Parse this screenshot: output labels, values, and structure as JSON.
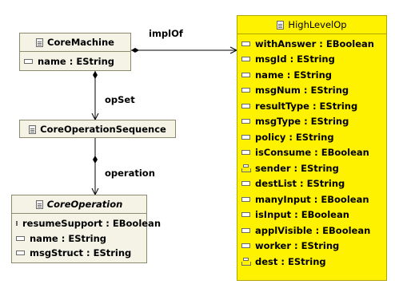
{
  "classes": {
    "core_machine": {
      "name": "CoreMachine",
      "attributes": [
        {
          "text": "name : EString",
          "kind": "attribute"
        }
      ]
    },
    "core_operation_sequence": {
      "name": "CoreOperationSequence",
      "attributes": []
    },
    "core_operation": {
      "name": "CoreOperation",
      "abstract": true,
      "attributes": [
        {
          "text": "resumeSupport : EBoolean",
          "kind": "attribute"
        },
        {
          "text": "name : EString",
          "kind": "attribute"
        },
        {
          "text": "msgStruct : EString",
          "kind": "attribute"
        }
      ]
    },
    "high_level_op": {
      "name": "HighLevelOp",
      "attributes": [
        {
          "text": "withAnswer : EBoolean",
          "kind": "attribute"
        },
        {
          "text": "msgId : EString",
          "kind": "attribute"
        },
        {
          "text": "name : EString",
          "kind": "attribute"
        },
        {
          "text": "msgNum : EString",
          "kind": "attribute"
        },
        {
          "text": "resultType : EString",
          "kind": "attribute"
        },
        {
          "text": "msgType : EString",
          "kind": "attribute"
        },
        {
          "text": "policy : EString",
          "kind": "attribute"
        },
        {
          "text": "isConsume : EBoolean",
          "kind": "attribute"
        },
        {
          "text": "sender : EString",
          "kind": "reference"
        },
        {
          "text": "destList : EString",
          "kind": "attribute"
        },
        {
          "text": "manyInput : EBoolean",
          "kind": "attribute"
        },
        {
          "text": "isInput : EBoolean",
          "kind": "attribute"
        },
        {
          "text": "applVisible : EBoolean",
          "kind": "attribute"
        },
        {
          "text": "worker : EString",
          "kind": "attribute"
        },
        {
          "text": "dest : EString",
          "kind": "reference"
        }
      ]
    }
  },
  "relations": {
    "impl_of": "implOf",
    "op_set": "opSet",
    "operation": "operation"
  },
  "colors": {
    "core_fill": "#f4f3e6",
    "highlight_fill": "#fff200",
    "border": "#8c8a6c",
    "line": "#000000"
  }
}
